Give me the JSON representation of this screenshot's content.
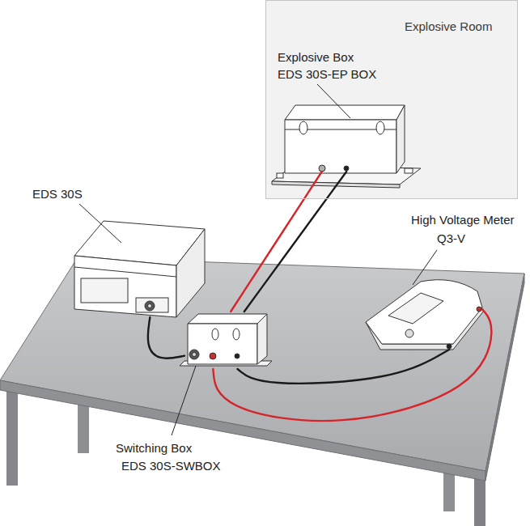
{
  "diagram": {
    "nodes": [
      {
        "text": [
          "Explosive Room"
        ]
      },
      {
        "text": [
          "Explosive Box",
          "EDS 30S-EP BOX"
        ],
        "in": 0
      },
      {
        "text": [
          "EDS 30S"
        ]
      },
      {
        "text": [
          "Switching Box",
          "EDS 30S-SWBOX"
        ]
      },
      {
        "text": [
          "High Voltage Meter",
          "Q3-V"
        ]
      }
    ],
    "edges": [
      {
        "from": 2,
        "to": 3,
        "arrow": "none"
      },
      {
        "from": 3,
        "to": 1,
        "arrow": "none"
      },
      {
        "from": 3,
        "to": 1,
        "arrow": "none"
      },
      {
        "from": 3,
        "to": 4,
        "arrow": "none"
      },
      {
        "from": 3,
        "to": 4,
        "arrow": "none"
      }
    ]
  }
}
